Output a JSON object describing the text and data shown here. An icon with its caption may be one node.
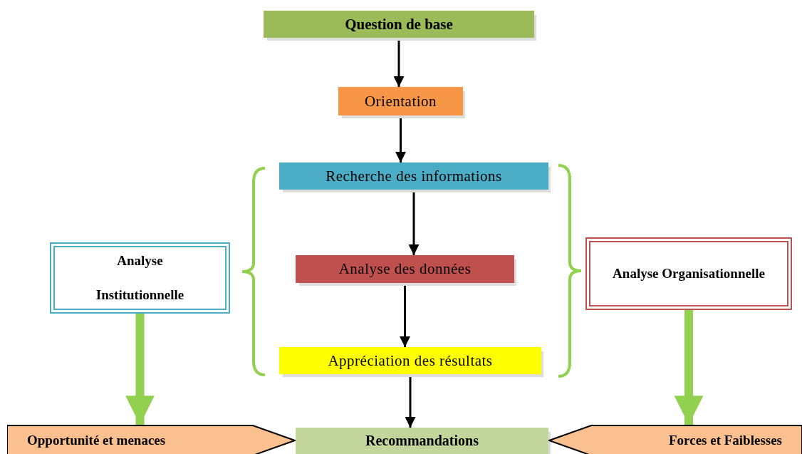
{
  "diagram": {
    "nodes": [
      {
        "text": [
          "Question de base"
        ]
      },
      {
        "text": [
          "Orientation"
        ]
      },
      {
        "text": [
          "Recherche des informations"
        ]
      },
      {
        "text": [
          "Analyse des données"
        ]
      },
      {
        "text": [
          "Appréciation des résultats"
        ]
      },
      {
        "text": [
          "Recommandations"
        ]
      },
      {
        "text": [
          "Analyse Institutionnelle"
        ]
      },
      {
        "text": [
          "Analyse Organisationnelle"
        ]
      },
      {
        "text": [
          "Opportunité et menaces"
        ]
      },
      {
        "text": [
          "Forces et Faiblesses"
        ]
      }
    ],
    "edges": [
      {
        "from": 0,
        "to": 1,
        "arrow": "to"
      },
      {
        "from": 1,
        "to": 2,
        "arrow": "to"
      },
      {
        "from": 2,
        "to": 3,
        "arrow": "to"
      },
      {
        "from": 3,
        "to": 4,
        "arrow": "to"
      },
      {
        "from": 4,
        "to": 5,
        "arrow": "to"
      },
      {
        "from": 6,
        "to": 8,
        "arrow": "to",
        "style": "thick",
        "color": "#92d050"
      },
      {
        "from": 7,
        "to": 9,
        "arrow": "to",
        "style": "thick",
        "color": "#92d050"
      }
    ]
  }
}
